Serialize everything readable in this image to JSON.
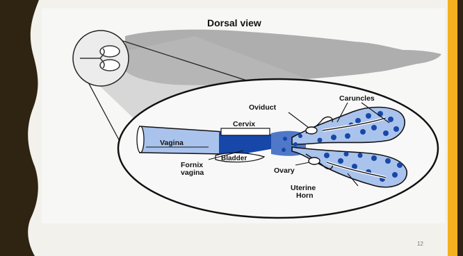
{
  "slide": {
    "page_number": "12",
    "colors": {
      "accent": "#f4b11e",
      "dark_border": "#2e2411",
      "tissue_blue": "#1747a8",
      "light_blue": "#a9c3ec"
    }
  },
  "diagram": {
    "title": "Dorsal view",
    "labels": {
      "caruncles": "Caruncles",
      "oviduct": "Oviduct",
      "cervix": "Cervix",
      "vagina": "Vagina",
      "bladder": "Bladder",
      "fornix_vagina_line1": "Fornix",
      "fornix_vagina_line2": "vagina",
      "ovary": "Ovary",
      "uterine_horn_line1": "Uterine",
      "uterine_horn_line2": "Horn"
    }
  }
}
